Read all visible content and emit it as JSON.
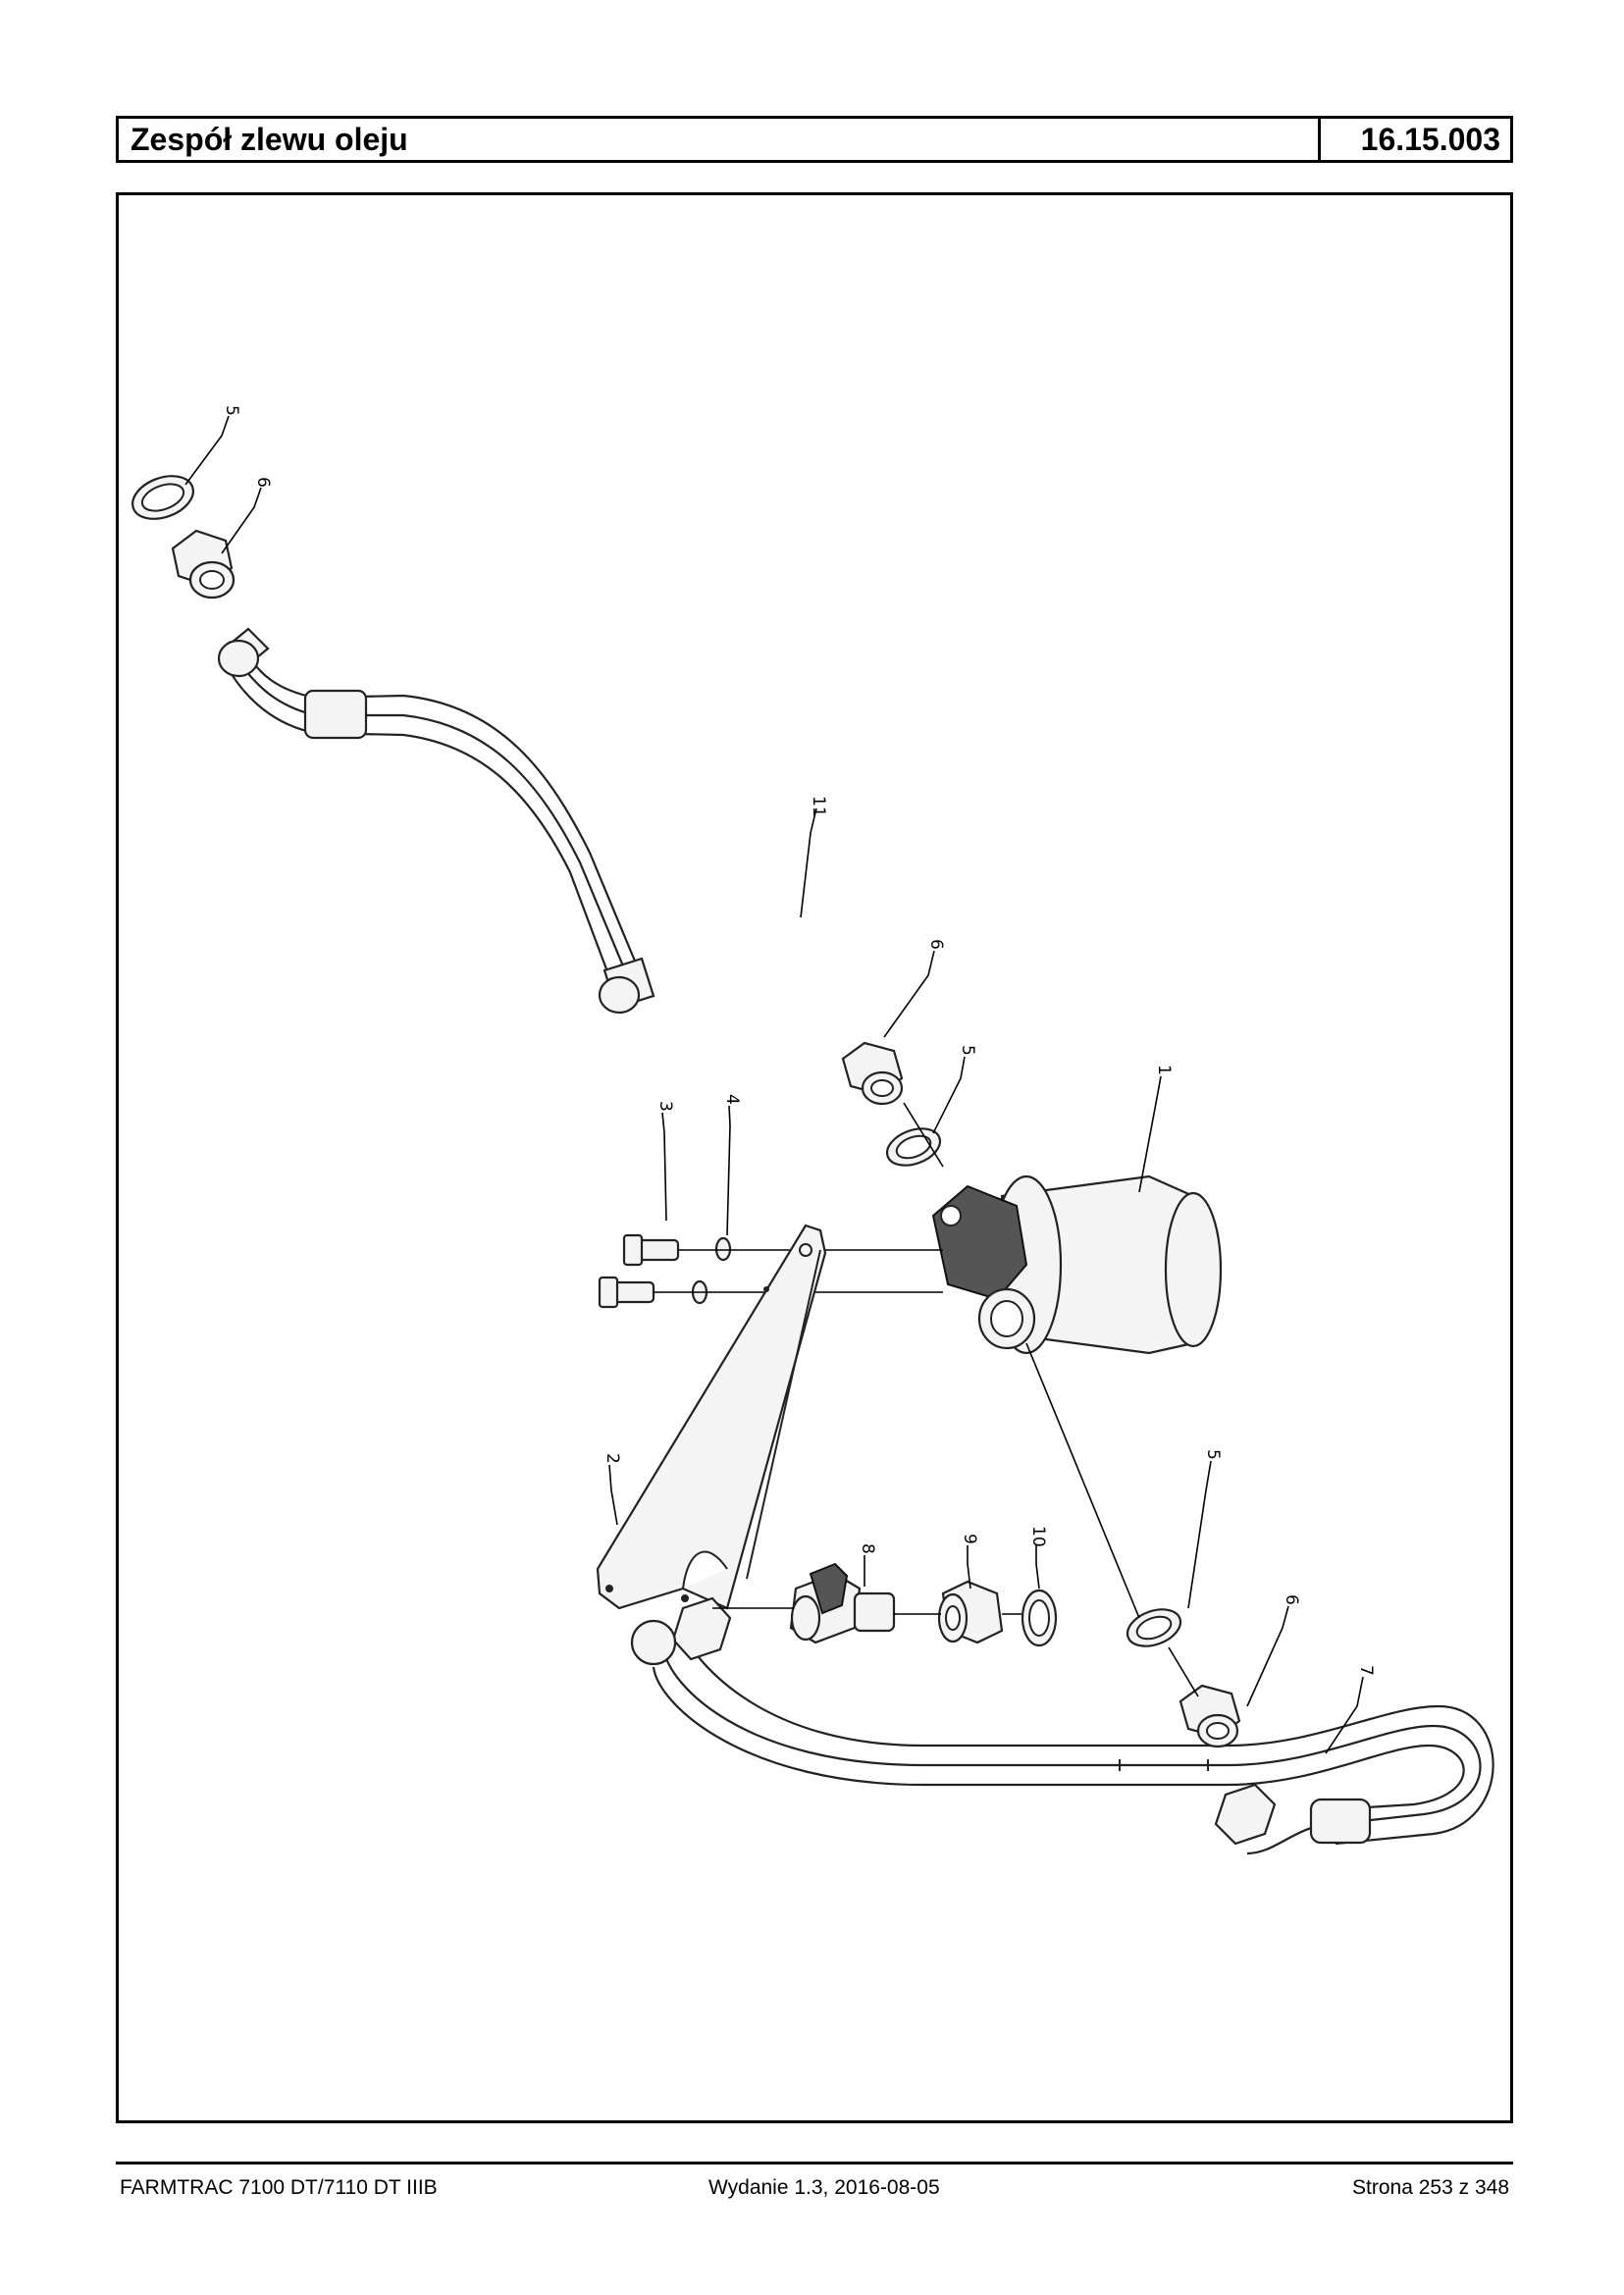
{
  "header": {
    "title": "Zespół zlewu oleju",
    "code": "16.15.003"
  },
  "footer": {
    "model": "FARMTRAC 7100 DT/7110 DT IIIB",
    "edition": "Wydanie 1.3,  2016-08-05",
    "page": "Strona 253 z 348"
  },
  "diagram": {
    "callouts": [
      "5",
      "6",
      "11",
      "6",
      "5",
      "1",
      "3",
      "4",
      "2",
      "8",
      "9",
      "10",
      "5",
      "6",
      "7"
    ]
  }
}
